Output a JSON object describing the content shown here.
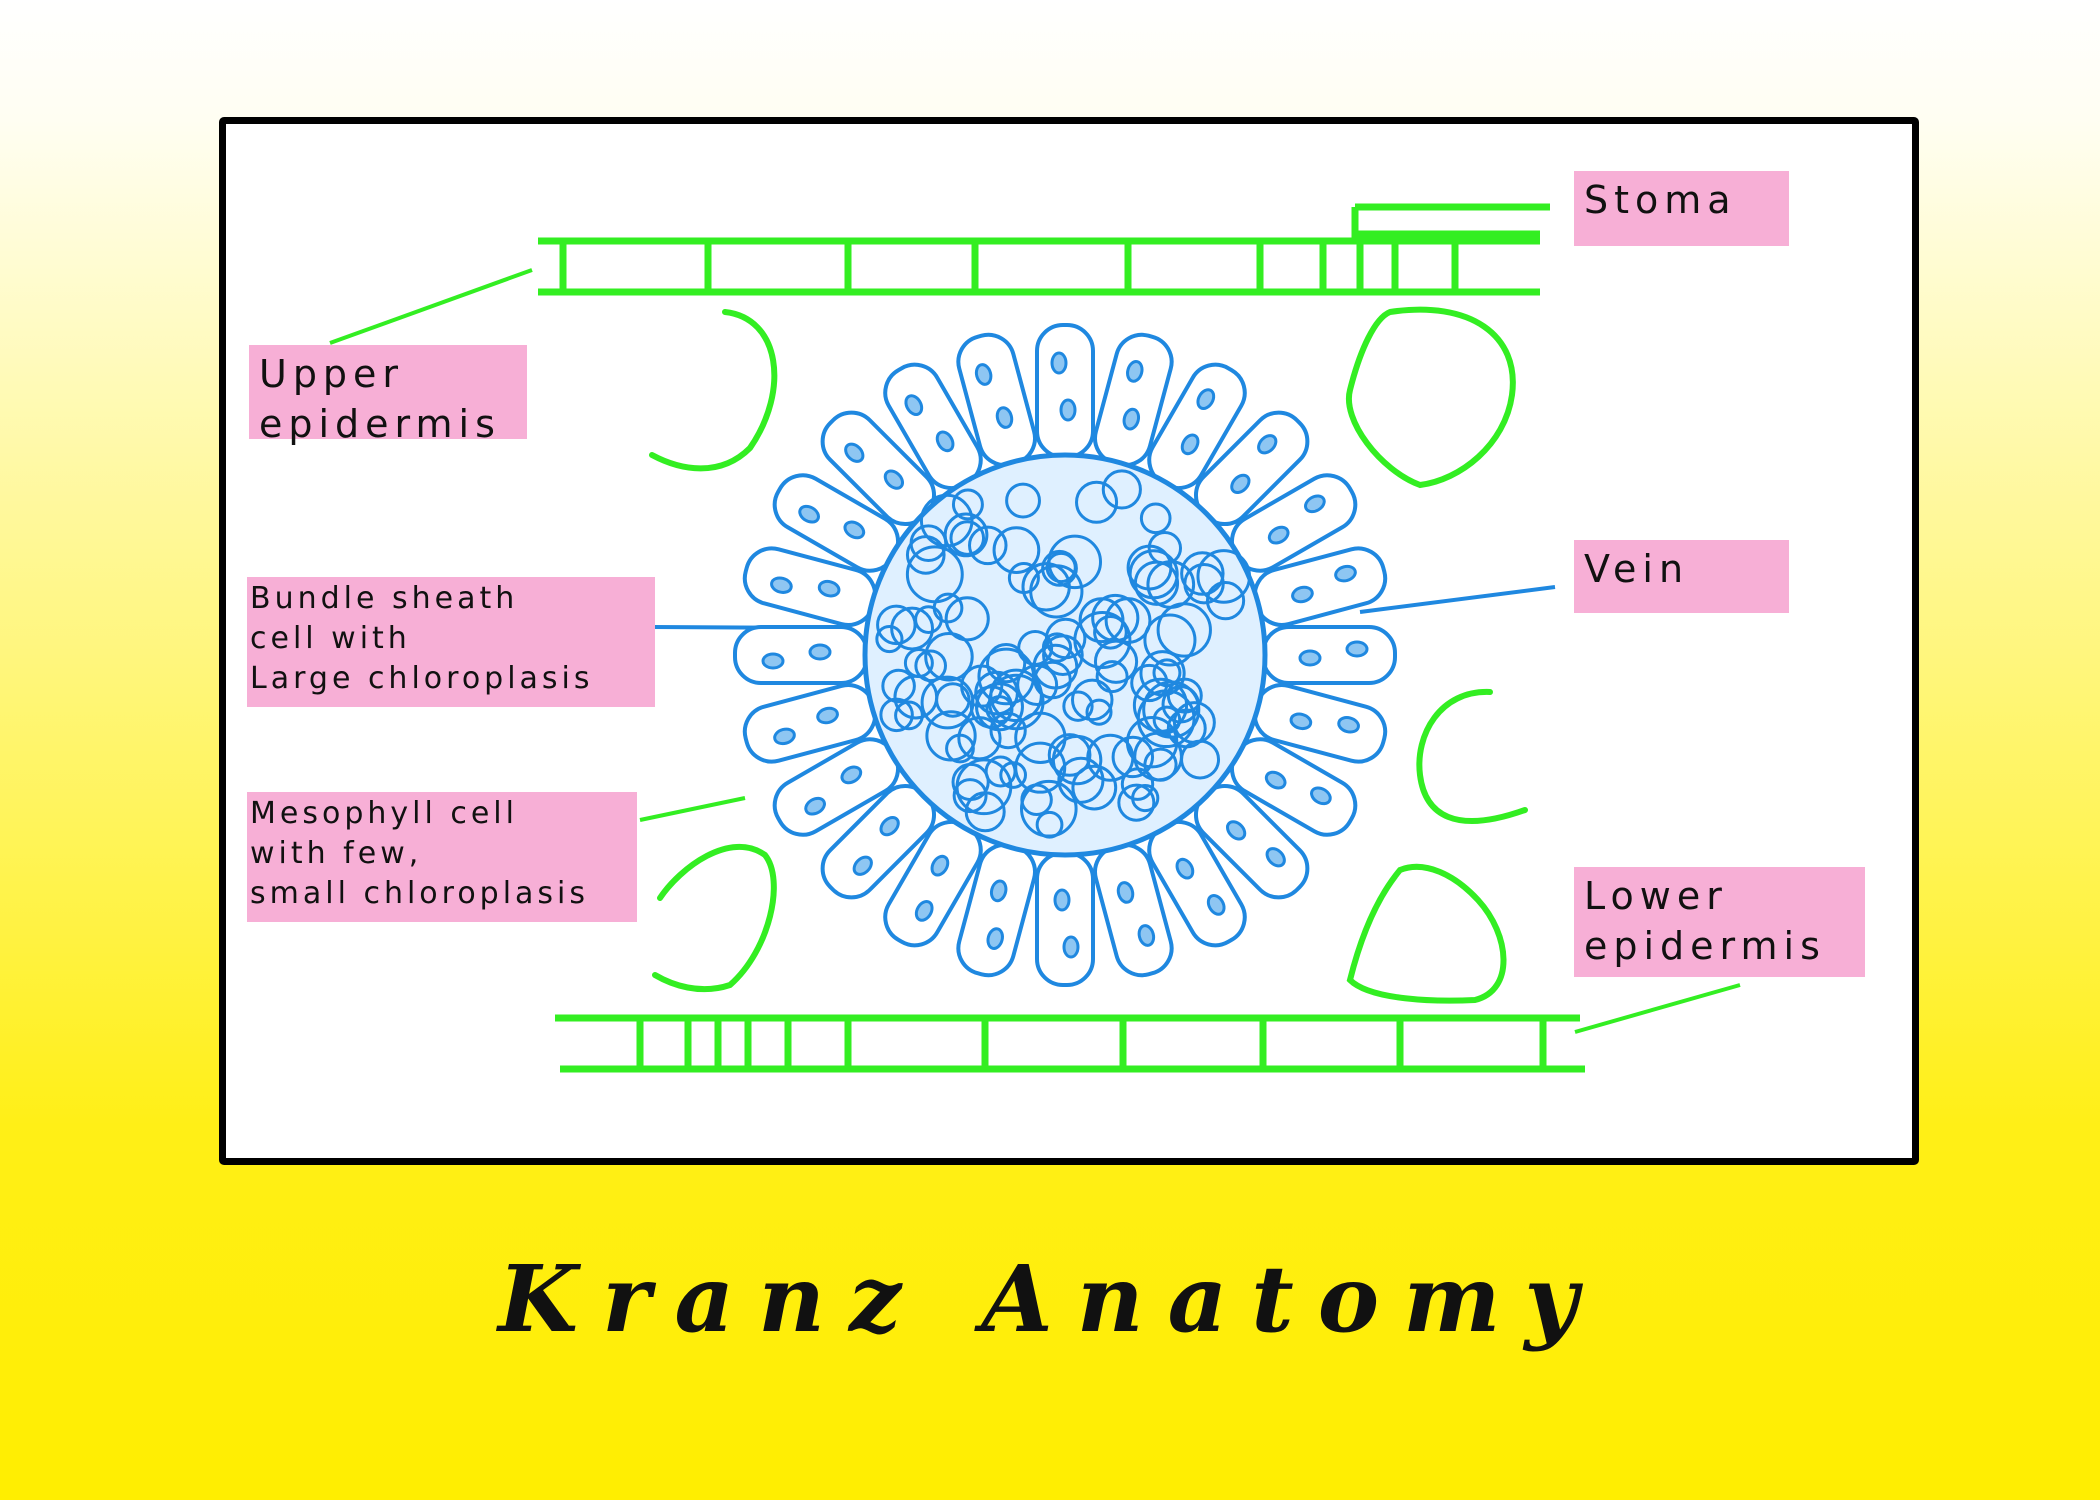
{
  "title": "Kranz Anatomy",
  "labels": {
    "stoma": "Stoma",
    "upper_epidermis": [
      "Upper",
      "epidermis"
    ],
    "vein": "Vein",
    "bundle_sheath": [
      "Bundle sheath",
      "cell with",
      "Large chloroplasis"
    ],
    "mesophyll": [
      "Mesophyll cell",
      "with few,",
      "small chloroplasis"
    ],
    "lower_epidermis": [
      "Lower",
      "epidermis"
    ]
  },
  "colors": {
    "epidermis_green": "#33ee22",
    "vein_blue": "#1f88e0",
    "label_pink": "#f7afd6",
    "frame": "#000000"
  }
}
